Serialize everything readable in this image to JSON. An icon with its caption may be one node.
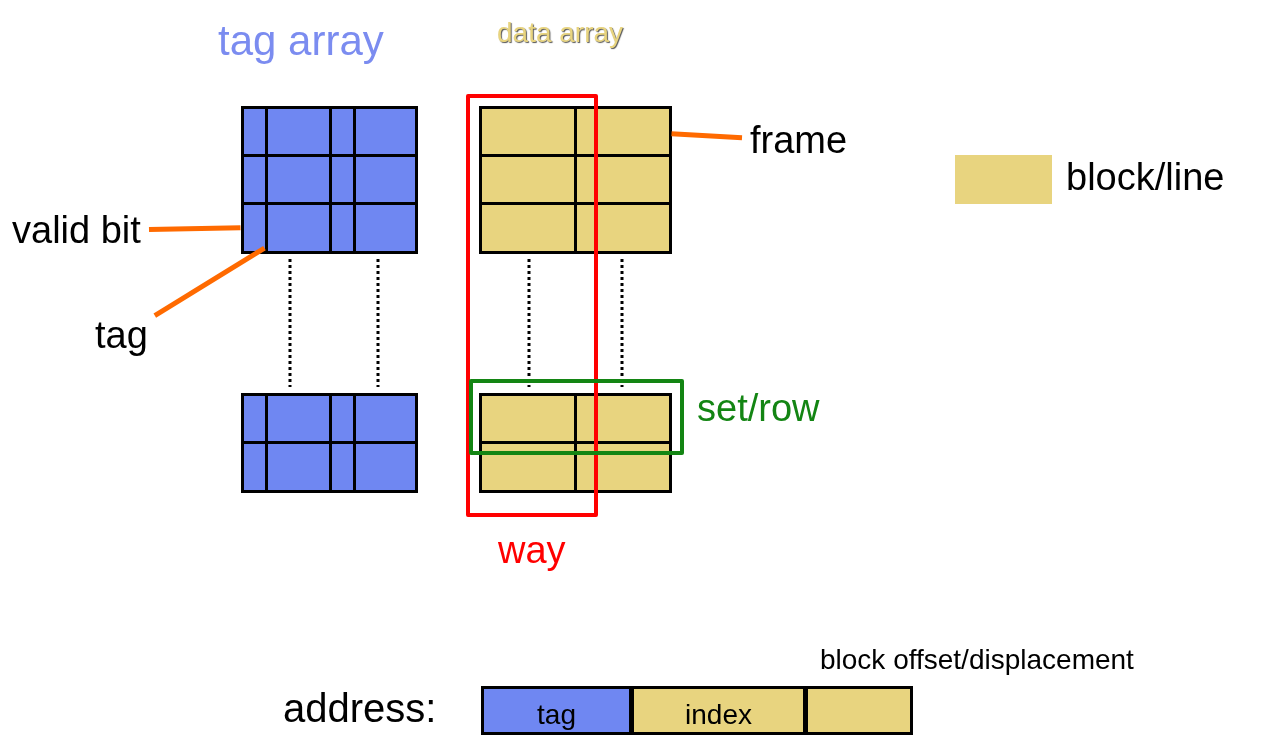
{
  "diagram": {
    "nodes": [
      {
        "text": [
          "way"
        ]
      },
      {
        "text": [
          "set/row"
        ]
      },
      {
        "text": [
          "frame"
        ]
      },
      {
        "text": [],
        "shape": "box"
      },
      {
        "text": [
          "valid bit"
        ]
      },
      {
        "text": [],
        "shape": "box"
      },
      {
        "text": [
          "tag"
        ]
      },
      {
        "text": [],
        "shape": "box"
      },
      {
        "text": [
          "tag"
        ]
      },
      {
        "text": [
          "index"
        ]
      },
      {
        "text": [
          "block offset/displacement"
        ]
      }
    ],
    "edges": [
      {
        "from": 2,
        "to": 3,
        "arrow": "none"
      },
      {
        "from": 4,
        "to": 5,
        "arrow": "none"
      },
      {
        "from": 6,
        "to": 7,
        "arrow": "none"
      }
    ],
    "labels": [
      "tag array",
      "data array",
      "address:"
    ],
    "legend": [
      {
        "text": "block/line",
        "color": "#e8d47f"
      }
    ]
  }
}
